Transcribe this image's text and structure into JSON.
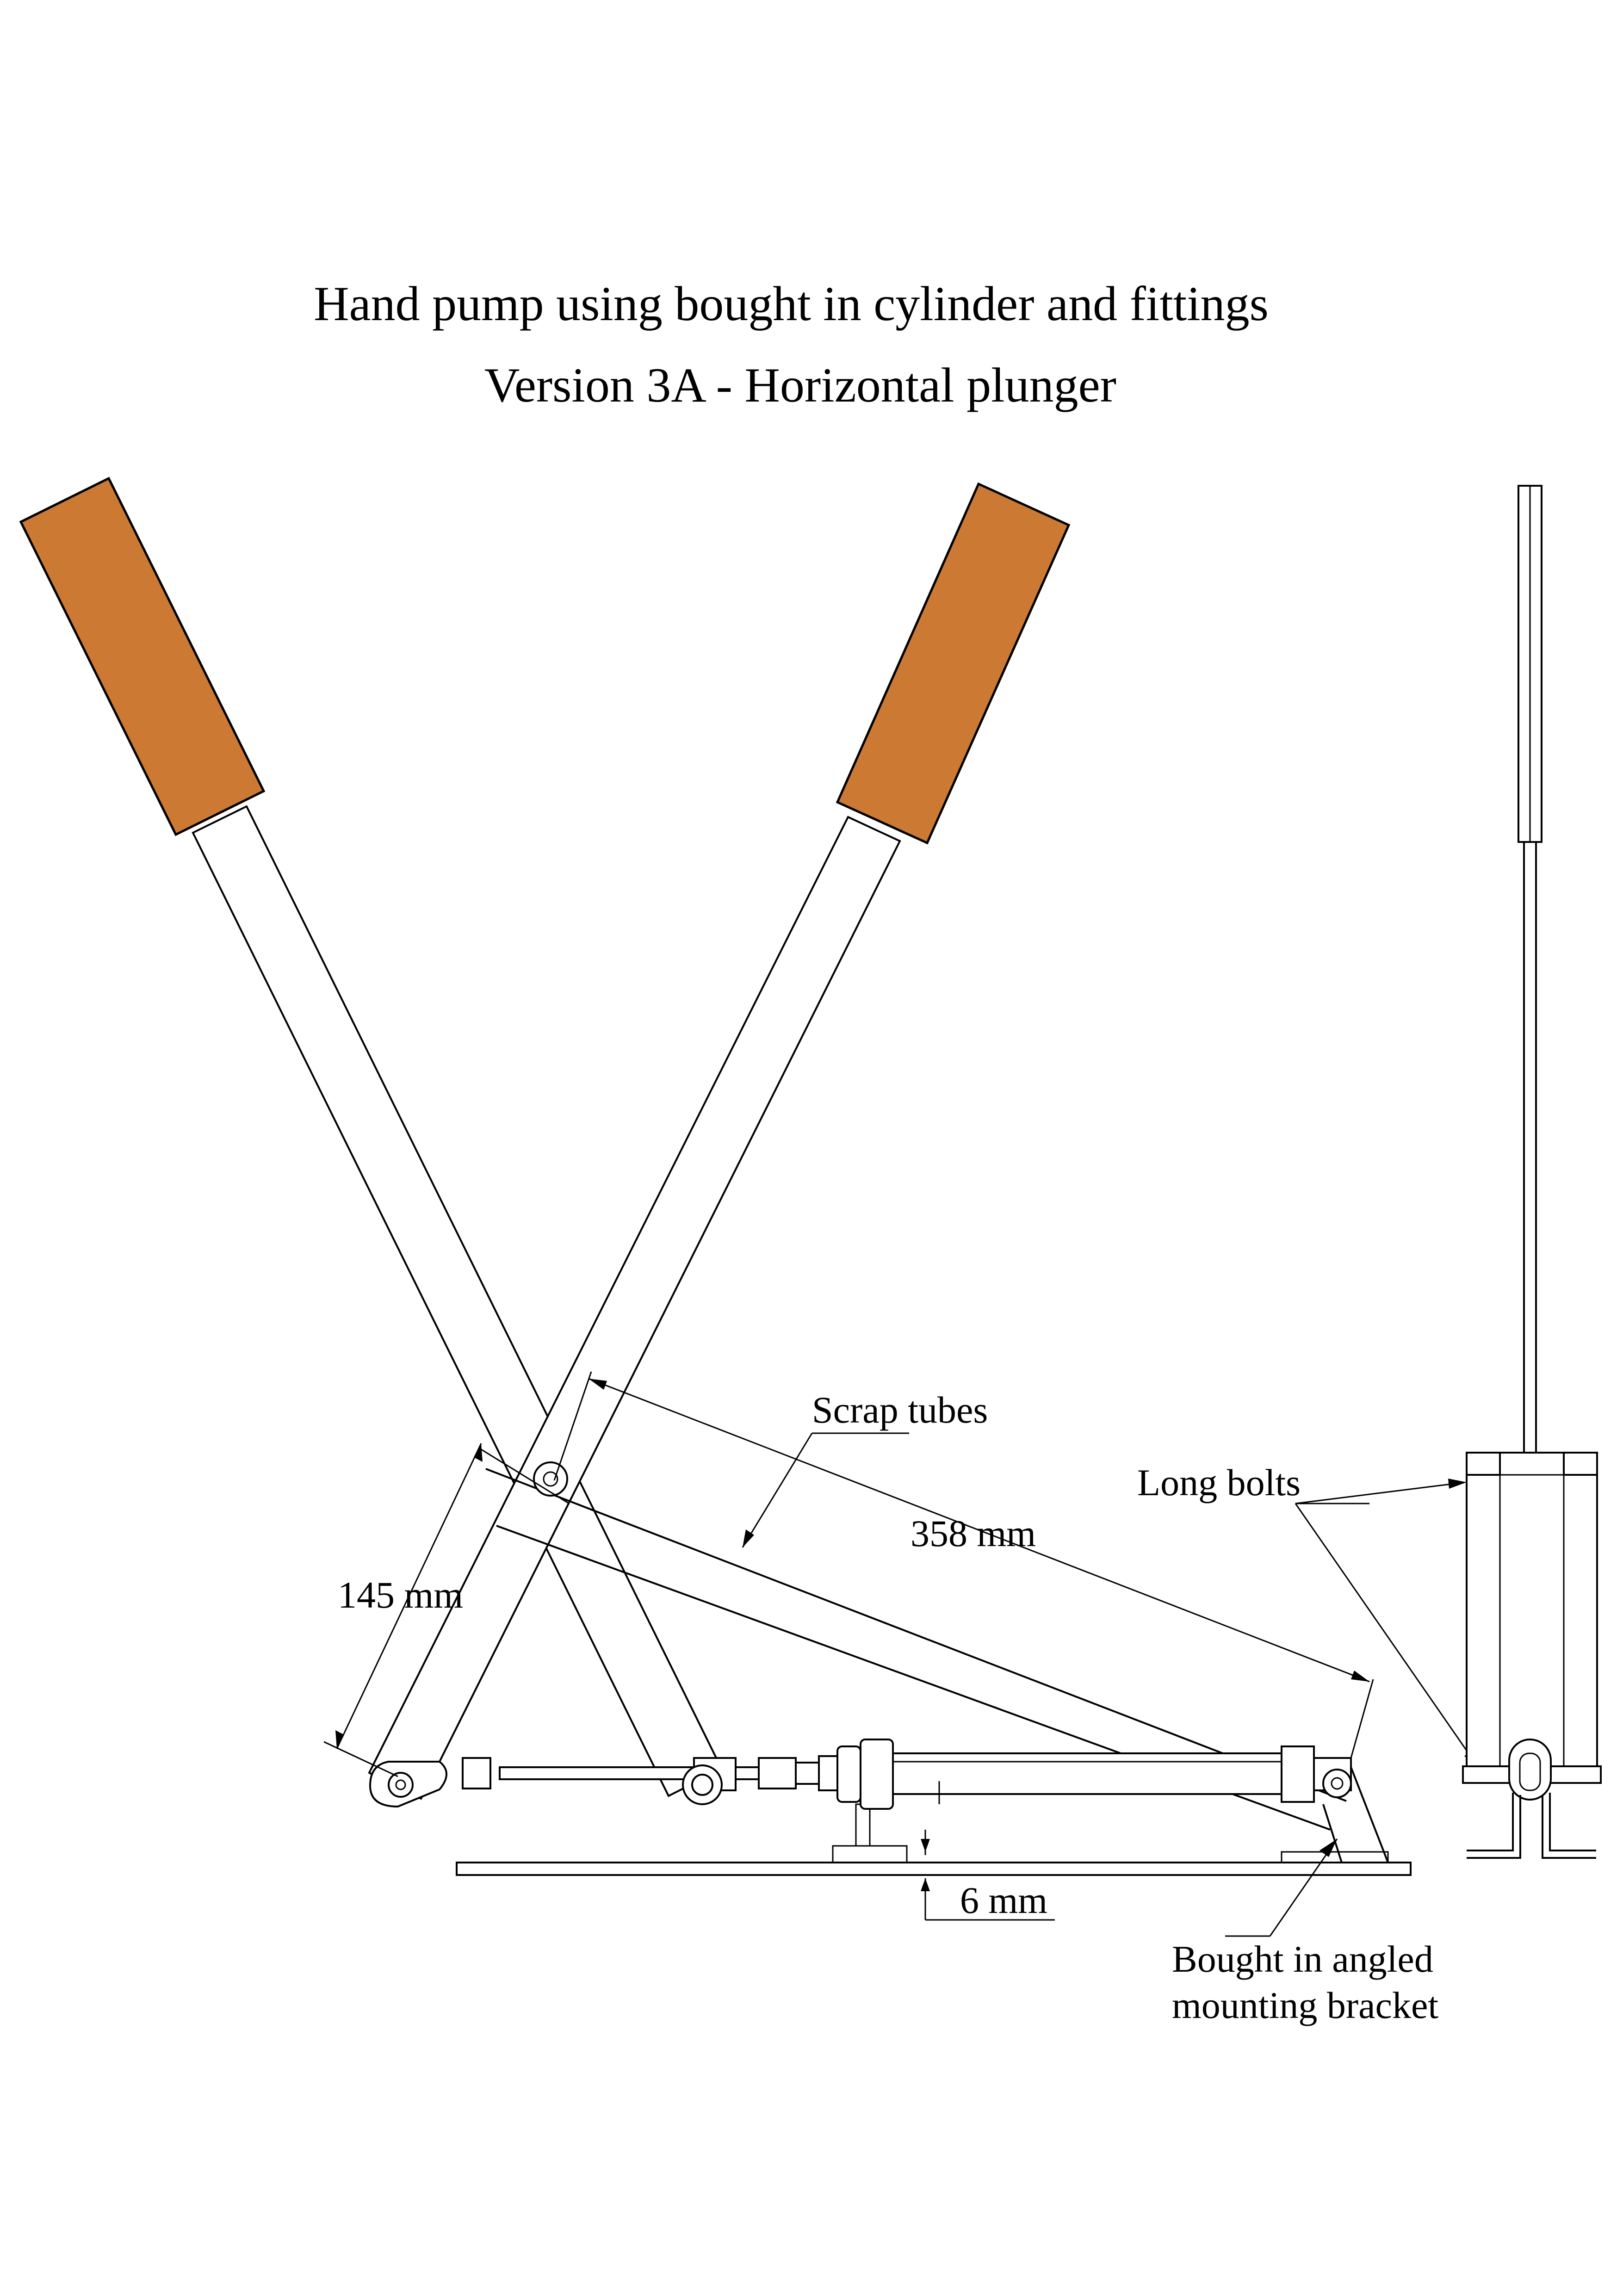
{
  "title": {
    "line1": "Hand pump using bought in cylinder and fittings",
    "line2": "Version 3A - Horizontal plunger"
  },
  "labels": {
    "scrap_tubes": "Scrap tubes",
    "long_bolts": "Long bolts",
    "bracket_line1": "Bought in angled",
    "bracket_line2": "mounting bracket"
  },
  "dimensions": {
    "handle_link": "145 mm",
    "scrap_tube_length": "358 mm",
    "base_gap": "6 mm"
  },
  "colors": {
    "handle_grip": "#cc7a33",
    "line": "#000000",
    "background": "#ffffff"
  }
}
